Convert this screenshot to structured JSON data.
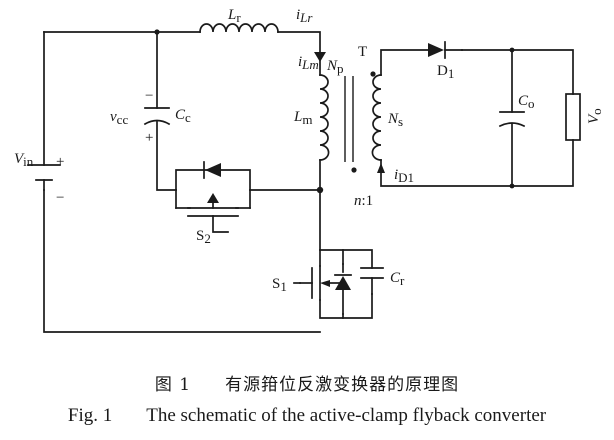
{
  "labels": {
    "Lr": "L",
    "Lr_sub": "r",
    "iLr": "i",
    "iLr_sub": "Lr",
    "iLm": "i",
    "iLm_sub": "Lm",
    "Np": "N",
    "Np_sub": "p",
    "T": "T",
    "D1": "D",
    "D1_sub": "1",
    "Co": "C",
    "Co_sub": "o",
    "Vo": "V",
    "Vo_sub": "o",
    "vcc": "v",
    "vcc_sub": "cc",
    "Cc": "C",
    "Cc_sub": "c",
    "Lm": "L",
    "Lm_sub": "m",
    "Ns": "N",
    "Ns_sub": "s",
    "iD1": "i",
    "iD1_sub": "D1",
    "Vin": "V",
    "Vin_sub": "in",
    "ratio_n": "n",
    "ratio_rest": ":1",
    "S2": "S",
    "S2_sub": "2",
    "S1": "S",
    "S1_sub": "1",
    "Cr": "C",
    "Cr_sub": "r",
    "plus": "+",
    "minus": "−"
  },
  "caption": {
    "cn_num": "图 1",
    "cn_text": "有源箝位反激变换器的原理图",
    "en_num": "Fig. 1",
    "en_text": "The schematic of the active-clamp flyback converter"
  }
}
